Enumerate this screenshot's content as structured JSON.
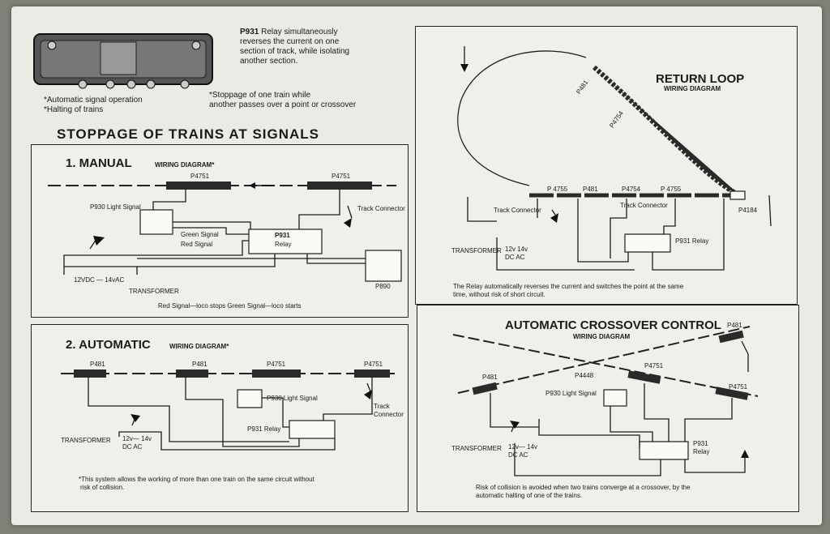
{
  "header": {
    "relay_code": "P931",
    "relay_desc_1": "Relay simultaneously",
    "relay_desc_2": "reverses the current on one",
    "relay_desc_3": "section of track, while isolating",
    "relay_desc_4": "another section.",
    "bullet_1": "*Automatic signal operation",
    "bullet_2": "*Halting of trains",
    "bullet_3": "*Stoppage of one train while",
    "bullet_4": "another passes over a point or crossover"
  },
  "section_title": "STOPPAGE OF TRAINS AT SIGNALS",
  "manual": {
    "title": "1.  MANUAL",
    "subtitle": "WIRING DIAGRAM*",
    "track_left": "P4751",
    "track_right": "P4751",
    "signal": "P930 Light Signal",
    "green": "Green Signal",
    "red": "Red Signal",
    "relay": "P931",
    "relay_word": "Relay",
    "connector": "Track Connector",
    "voltage": "12VDC — 14vAC",
    "transformer": "TRANSFORMER",
    "panel": "P890",
    "legend": "Red Signal—loco stops   Green Signal—loco starts"
  },
  "automatic": {
    "title": "2.  AUTOMATIC",
    "subtitle": "WIRING DIAGRAM*",
    "t1": "P481",
    "t2": "P481",
    "t3": "P4751",
    "t4": "P4751",
    "signal": "P930   Light   Signal",
    "connector_1": "Track",
    "connector_2": "Connector",
    "relay": "P931 Relay",
    "transformer": "TRANSFORMER",
    "v1": "12v— 14v",
    "v2": "DC      AC",
    "note_1": "*This system allows the working of more than one train on the same circuit without",
    "note_2": "risk of collision."
  },
  "return_loop": {
    "title": "RETURN LOOP",
    "subtitle": "WIRING DIAGRAM",
    "p481_top": "P481",
    "p4754_top": "P4754",
    "p4755_a": "P 4755",
    "p481_b": "P481",
    "p4754_b": "P4754",
    "p4755_b": "P 4755",
    "connector_a": "Track Connector",
    "connector_b": "Track Connector",
    "p4184": "P4184",
    "transformer": "TRANSFORMER",
    "v1": "12v   14v",
    "v2": "DC    AC",
    "relay": "P931 Relay",
    "note_1": "The Relay automatically reverses the current and switches the point at the same",
    "note_2": "time, without risk of short circuit."
  },
  "crossover": {
    "title": "AUTOMATIC CROSSOVER CONTROL",
    "subtitle": "WIRING DIAGRAM",
    "p481_tr": "P481",
    "p481_l": "P481",
    "p4448": "P4448",
    "p4751_a": "P4751",
    "p4751_b": "P4751",
    "signal": "P930 Light Signal",
    "transformer": "TRANSFORMER",
    "v1": "12v— 14v",
    "v2": "DC    AC",
    "relay_1": "P931",
    "relay_2": "Relay",
    "note_1": "Risk of collision is avoided when two trains converge at a crossover, by the",
    "note_2": "automatic halting of one of the trains."
  }
}
